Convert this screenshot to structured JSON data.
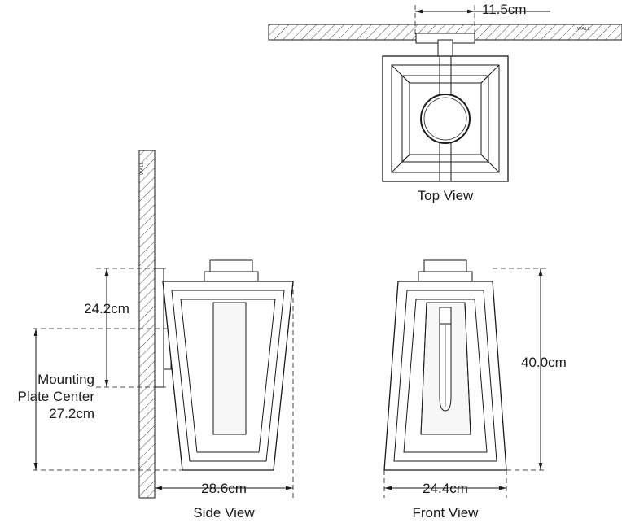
{
  "drawing": {
    "title_views": {
      "top": "Top View",
      "side": "Side View",
      "front": "Front View"
    },
    "dimensions": {
      "top_projection": "11.5cm",
      "side_height_to_top": "24.2cm",
      "side_depth": "28.6cm",
      "front_height": "40.0cm",
      "front_width": "24.4cm",
      "mounting_plate_center_line1": "Mounting",
      "mounting_plate_center_line2": "Plate Center",
      "mounting_plate_center_value": "27.2cm"
    },
    "wall_tags": {
      "top_wall": "WALL",
      "side_wall": "WALL"
    },
    "colors": {
      "line": "#1a1a1a",
      "dimension_line": "#1a1a1a",
      "glass": "#f7f7f7",
      "background": "#ffffff"
    }
  }
}
